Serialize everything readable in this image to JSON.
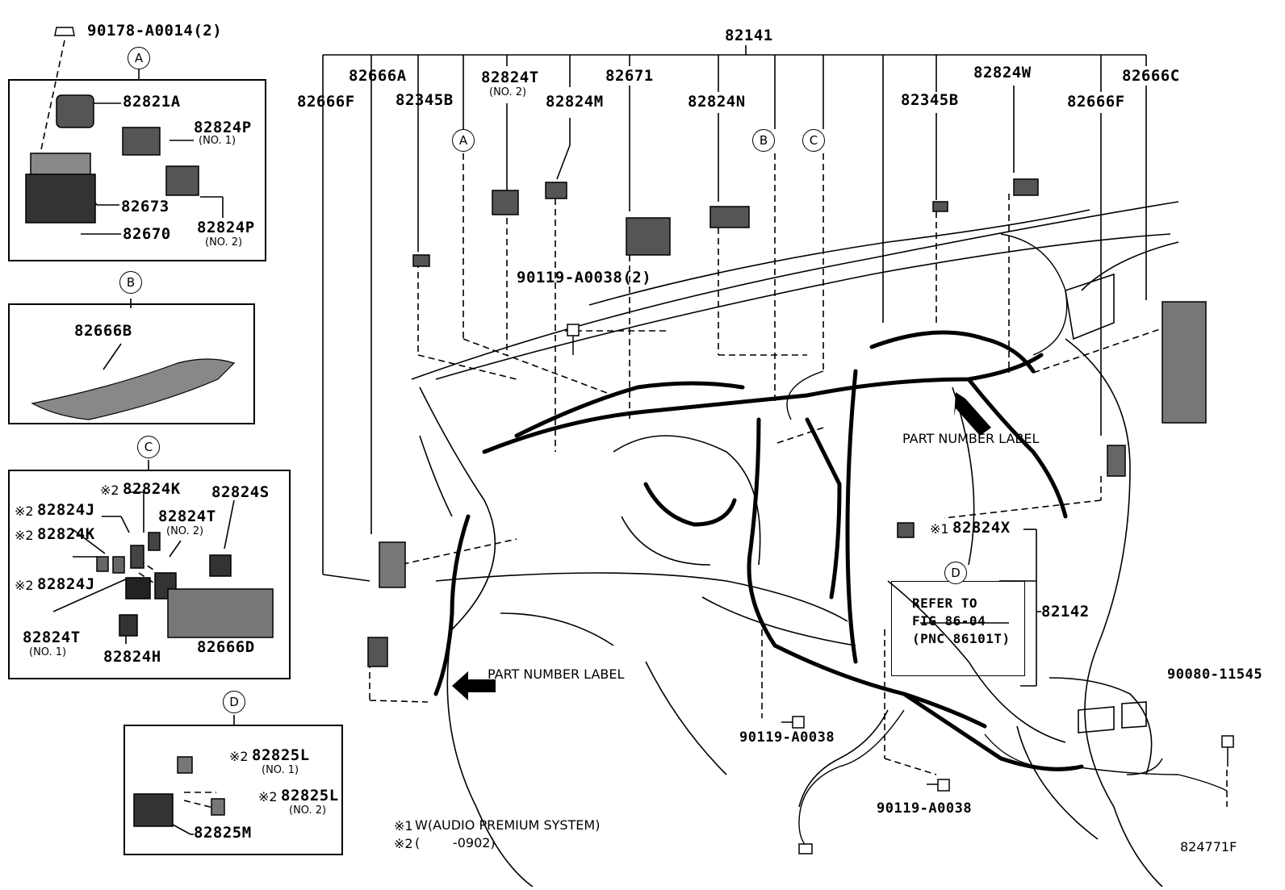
{
  "top_labels": {
    "assembly_main": "82141",
    "assembly_sub": "82142",
    "p82666F_left": "82666F",
    "p82666A": "82666A",
    "p82345B_left": "82345B",
    "p82824T": "82824T",
    "p82824T_note": "(NO. 2)",
    "p82824M": "82824M",
    "p82671": "82671",
    "p82824N": "82824N",
    "p82345B_right": "82345B",
    "p82824W": "82824W",
    "p82666C": "82666C",
    "p82666F_right": "82666F",
    "bolt_top": "90119-A0038(2)",
    "clip_top": "90178-A0014(2)",
    "p82824X": "82824X",
    "bolt_mid": "90119-A0038",
    "bolt_low": "90119-A0038",
    "bolt_right": "90080-11545",
    "refer_line1": "REFER TO",
    "refer_line2": "FIG 86-04",
    "refer_line3": "(PNC 86101T)",
    "part_label_1": "PART NUMBER LABEL",
    "part_label_2": "PART NUMBER LABEL",
    "figure_id": "824771F"
  },
  "callouts": {
    "A": "A",
    "B": "B",
    "C": "C",
    "D": "D"
  },
  "mark1": "※1",
  "mark2": "※2",
  "box_A": {
    "p82821A": "82821A",
    "p82824P_1": "82824P",
    "p82824P_1_note": "(NO. 1)",
    "p82673": "82673",
    "p82824P_2": "82824P",
    "p82824P_2_note": "(NO. 2)",
    "p82670": "82670"
  },
  "box_B": {
    "p82666B": "82666B"
  },
  "box_C": {
    "p82824K_top": "82824K",
    "p82824S": "82824S",
    "p82824J_top": "82824J",
    "p82824T2": "82824T",
    "p82824T2_note": "(NO. 2)",
    "p82824K_mid": "82824K",
    "p82824J_low": "82824J",
    "p82824T1": "82824T",
    "p82824T1_note": "(NO. 1)",
    "p82824H": "82824H",
    "p82666D": "82666D"
  },
  "box_D": {
    "p82825L_1": "82825L",
    "p82825L_1_note": "(NO. 1)",
    "p82825L_2": "82825L",
    "p82825L_2_note": "(NO. 2)",
    "p82825M": "82825M"
  },
  "footnotes": {
    "note1": "W(AUDIO PREMIUM SYSTEM)",
    "note2": "(        -0902)"
  }
}
